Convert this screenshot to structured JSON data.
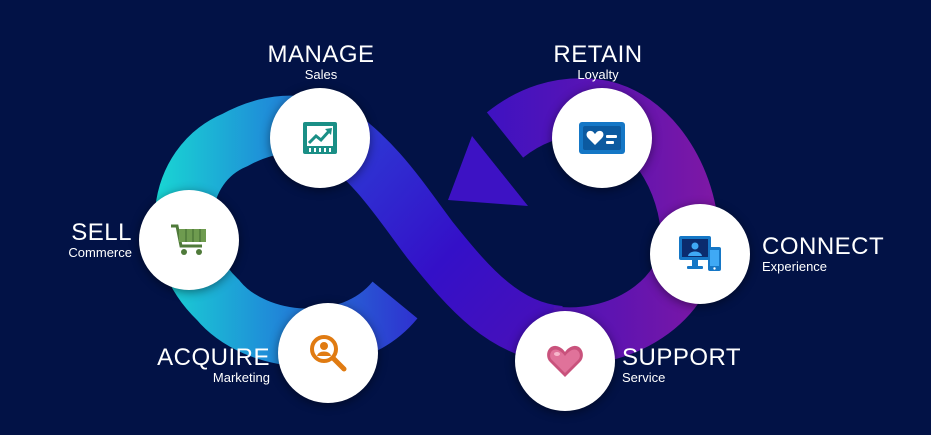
{
  "stages": {
    "manage": {
      "title": "MANAGE",
      "subtitle": "Sales",
      "icon": "chart-icon"
    },
    "retain": {
      "title": "RETAIN",
      "subtitle": "Loyalty",
      "icon": "loyalty-card-icon"
    },
    "sell": {
      "title": "SELL",
      "subtitle": "Commerce",
      "icon": "shopping-cart-icon"
    },
    "connect": {
      "title": "CONNECT",
      "subtitle": "Experience",
      "icon": "devices-icon"
    },
    "acquire": {
      "title": "ACQUIRE",
      "subtitle": "Marketing",
      "icon": "search-person-icon"
    },
    "support": {
      "title": "SUPPORT",
      "subtitle": "Service",
      "icon": "heart-icon"
    }
  },
  "colors": {
    "background": "#021246",
    "teal": "#19d3d5",
    "blue": "#2f2fd0",
    "purple": "#7418a8"
  }
}
